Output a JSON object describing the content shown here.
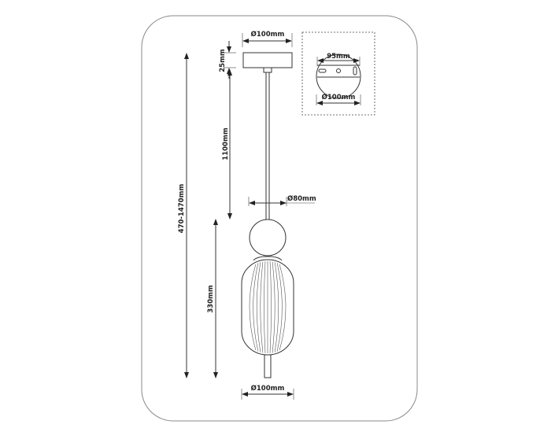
{
  "dimensions": {
    "canopy_diameter": "Ø100mm",
    "canopy_height": "25mm",
    "cable_length": "1100mm",
    "total_height": "470-1470mm",
    "shade_height": "330mm",
    "ball_diameter": "Ø80mm",
    "shade_diameter": "Ø100mm",
    "mount_plate_width": "95mm",
    "mount_diameter": "Ø100mm"
  },
  "colors": {
    "line": "#333333",
    "frame": "#888888"
  }
}
